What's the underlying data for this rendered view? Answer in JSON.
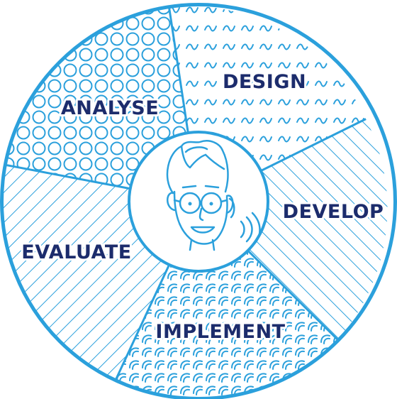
{
  "colors": {
    "accent": "#2ba0dc",
    "label": "#1c2c6c",
    "background": "#ffffff"
  },
  "center_icon": "person-with-glasses-and-hearing-aid-icon",
  "segments": [
    {
      "id": "design",
      "label": "DESIGN",
      "pattern": "waves"
    },
    {
      "id": "develop",
      "label": "DEVELOP",
      "pattern": "diagonal-lines"
    },
    {
      "id": "implement",
      "label": "IMPLEMENT",
      "pattern": "arcs"
    },
    {
      "id": "evaluate",
      "label": "EVALUATE",
      "pattern": "diagonal-lines"
    },
    {
      "id": "analyse",
      "label": "ANALYSE",
      "pattern": "circles"
    }
  ]
}
